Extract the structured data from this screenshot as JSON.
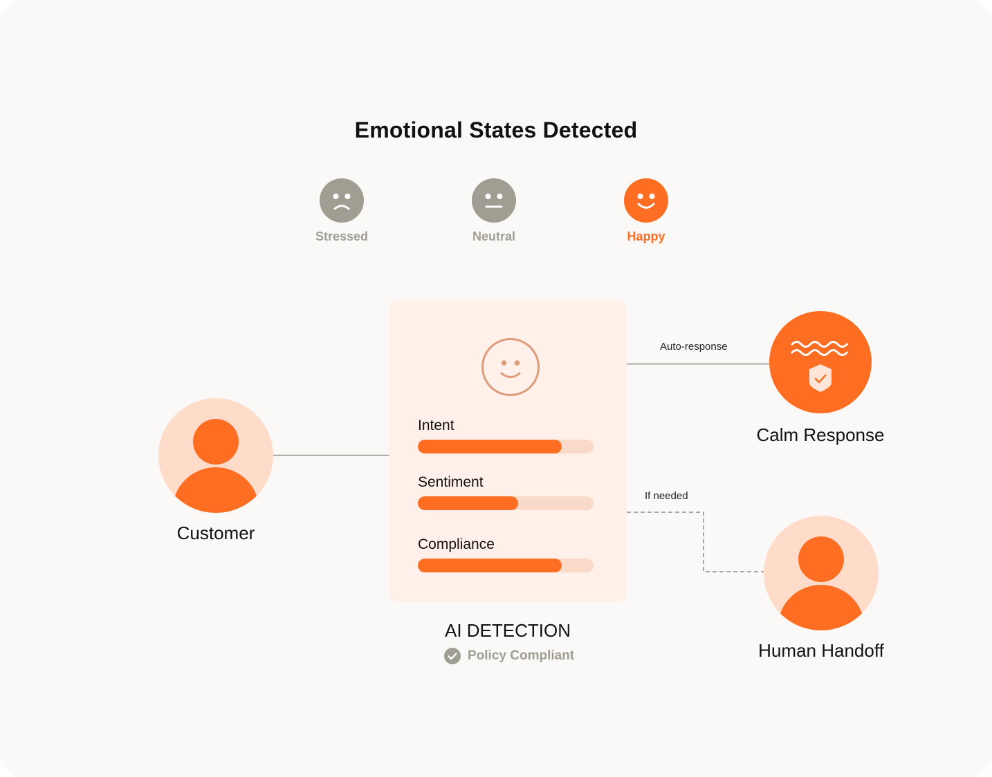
{
  "title": "Emotional States Detected",
  "emotions": [
    {
      "label": "Stressed",
      "icon": "sad-face-icon",
      "active": false
    },
    {
      "label": "Neutral",
      "icon": "neutral-face-icon",
      "active": false
    },
    {
      "label": "Happy",
      "icon": "happy-face-icon",
      "active": true
    }
  ],
  "colors": {
    "accent": "#fd6e22",
    "inactive": "#a09e93",
    "avatar_bg": "#ffdbc9",
    "panel_bg": "#fff0e9",
    "bar_track": "#f9d9c8",
    "panel_face_stroke": "#dd9b7b"
  },
  "customer": {
    "label": "Customer",
    "icon": "user-icon"
  },
  "detection": {
    "caption": "AI DETECTION",
    "face_icon": "happy-face-icon",
    "metrics": [
      {
        "label": "Intent",
        "fraction": 0.82
      },
      {
        "label": "Sentiment",
        "fraction": 0.57
      },
      {
        "label": "Compliance",
        "fraction": 0.82
      }
    ],
    "policy": {
      "label": "Policy Compliant",
      "icon": "check-circle-icon"
    }
  },
  "outputs": {
    "auto": {
      "edge_label": "Auto-response",
      "label": "Calm Response",
      "icon": "calm-shield-icon"
    },
    "handoff": {
      "edge_label": "If needed",
      "label": "Human Handoff",
      "icon": "user-icon"
    }
  }
}
